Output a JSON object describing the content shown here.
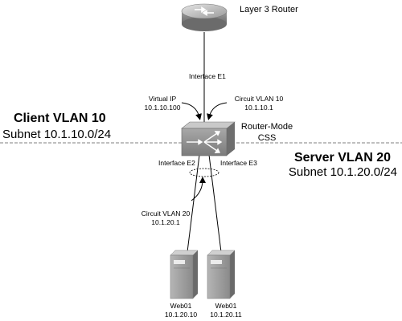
{
  "router": {
    "label": "Layer 3 Router",
    "icon": "router-icon"
  },
  "uplink": {
    "label": "Interface E1"
  },
  "virtual_ip": {
    "title": "Virtual IP",
    "address": "10.1.10.100"
  },
  "circuit_client": {
    "title": "Circuit VLAN 10",
    "address": "10.1.10.1"
  },
  "client_vlan": {
    "title": "Client VLAN 10",
    "subnet": "Subnet 10.1.10.0/24"
  },
  "css": {
    "line1": "Router-Mode",
    "line2": "CSS",
    "icon": "css-switch-icon"
  },
  "server_vlan": {
    "title": "Server VLAN 20",
    "subnet": "Subnet 10.1.20.0/24"
  },
  "interfaces": {
    "left": "Interface E2",
    "right": "Interface E3"
  },
  "circuit_server": {
    "title": "Circuit VLAN 20",
    "address": "10.1.20.1"
  },
  "servers": [
    {
      "name": "Web01",
      "ip": "10.1.20.10",
      "icon": "server-icon"
    },
    {
      "name": "Web01",
      "ip": "10.1.20.11",
      "icon": "server-icon"
    }
  ],
  "colors": {
    "device_gray": "#8c8c8c",
    "device_dark": "#5a5a5a",
    "line": "#000000"
  }
}
